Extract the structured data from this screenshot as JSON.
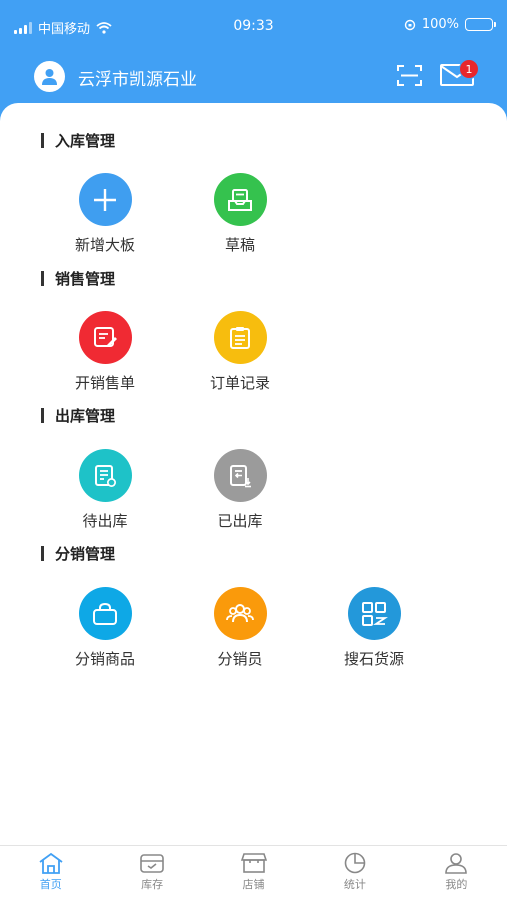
{
  "status_bar": {
    "carrier": "中国移动",
    "time": "09:33",
    "battery": "100%"
  },
  "header": {
    "company_name": "云浮市凯源石业",
    "mail_badge": "1"
  },
  "colors": {
    "primary": "#41a0f4",
    "blue_icon": "#3f9ef0",
    "green_icon": "#35c24e",
    "red_icon": "#f02a33",
    "yellow_icon": "#f7bd0e",
    "teal_icon": "#1ec2c8",
    "gray_icon": "#9b9b9b",
    "orange_icon": "#fa9a0b",
    "deep_blue_icon": "#2398da"
  },
  "sections": [
    {
      "title": "入库管理",
      "items": [
        {
          "label": "新增大板",
          "icon": "plus-icon"
        },
        {
          "label": "草稿",
          "icon": "inbox-icon"
        }
      ]
    },
    {
      "title": "销售管理",
      "items": [
        {
          "label": "开销售单",
          "icon": "edit-document-icon"
        },
        {
          "label": "订单记录",
          "icon": "clipboard-icon"
        }
      ]
    },
    {
      "title": "出库管理",
      "items": [
        {
          "label": "待出库",
          "icon": "pending-document-icon"
        },
        {
          "label": "已出库",
          "icon": "outbound-document-icon"
        }
      ]
    },
    {
      "title": "分销管理",
      "items": [
        {
          "label": "分销商品",
          "icon": "bag-icon"
        },
        {
          "label": "分销员",
          "icon": "people-icon"
        },
        {
          "label": "搜石货源",
          "icon": "grid-search-icon"
        }
      ]
    }
  ],
  "tabbar": [
    {
      "label": "首页",
      "icon": "home-icon",
      "active": true
    },
    {
      "label": "库存",
      "icon": "inventory-icon",
      "active": false
    },
    {
      "label": "店铺",
      "icon": "store-icon",
      "active": false
    },
    {
      "label": "统计",
      "icon": "pie-chart-icon",
      "active": false
    },
    {
      "label": "我的",
      "icon": "user-icon",
      "active": false
    }
  ]
}
